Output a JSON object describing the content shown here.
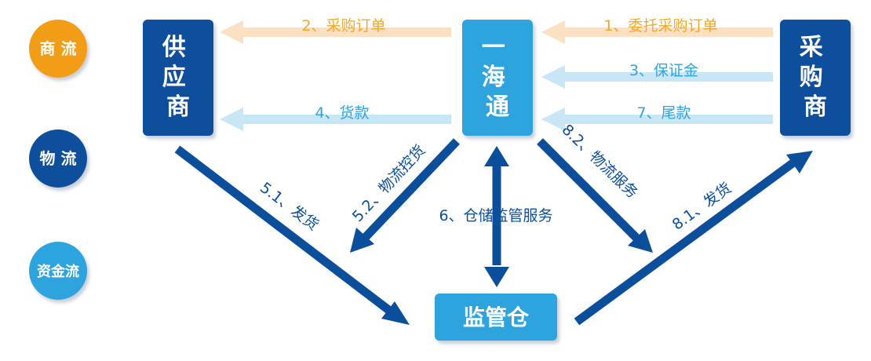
{
  "legend": [
    {
      "label": "商 流",
      "color": "#f39c12"
    },
    {
      "label": "物 流",
      "color": "#0b4f9c"
    },
    {
      "label": "资金流",
      "color": "#2ea4df"
    }
  ],
  "nodes": {
    "supplier": {
      "label": "供应商",
      "color": "#0b4f9c"
    },
    "yihaitong": {
      "label": "一海通",
      "color": "#2ea4df"
    },
    "buyer": {
      "label": "采购商",
      "color": "#0b4f9c"
    },
    "warehouse": {
      "label": "监管仓",
      "color": "#2ea4df"
    }
  },
  "flows": {
    "purchase_entrust": "1、委托采购订单",
    "purchase_order": "2、采购订单",
    "deposit": "3、保证金",
    "payment": "4、货款",
    "ship_5_1": "5.1、发货",
    "control_5_2": "5.2、物流控货",
    "storage_service": "6、仓储监管服务",
    "final_payment": "7、尾款",
    "ship_8_1": "8.1、发货",
    "logistics_8_2": "8.2、物流服务"
  },
  "colors": {
    "commerce_arrow": "#fbe1c2",
    "commerce_text": "#f5a623",
    "fund_arrow": "#c8e6f6",
    "fund_text": "#2ea4df",
    "logistics_arrow": "#0b4f9c",
    "logistics_text": "#0b4f9c"
  }
}
